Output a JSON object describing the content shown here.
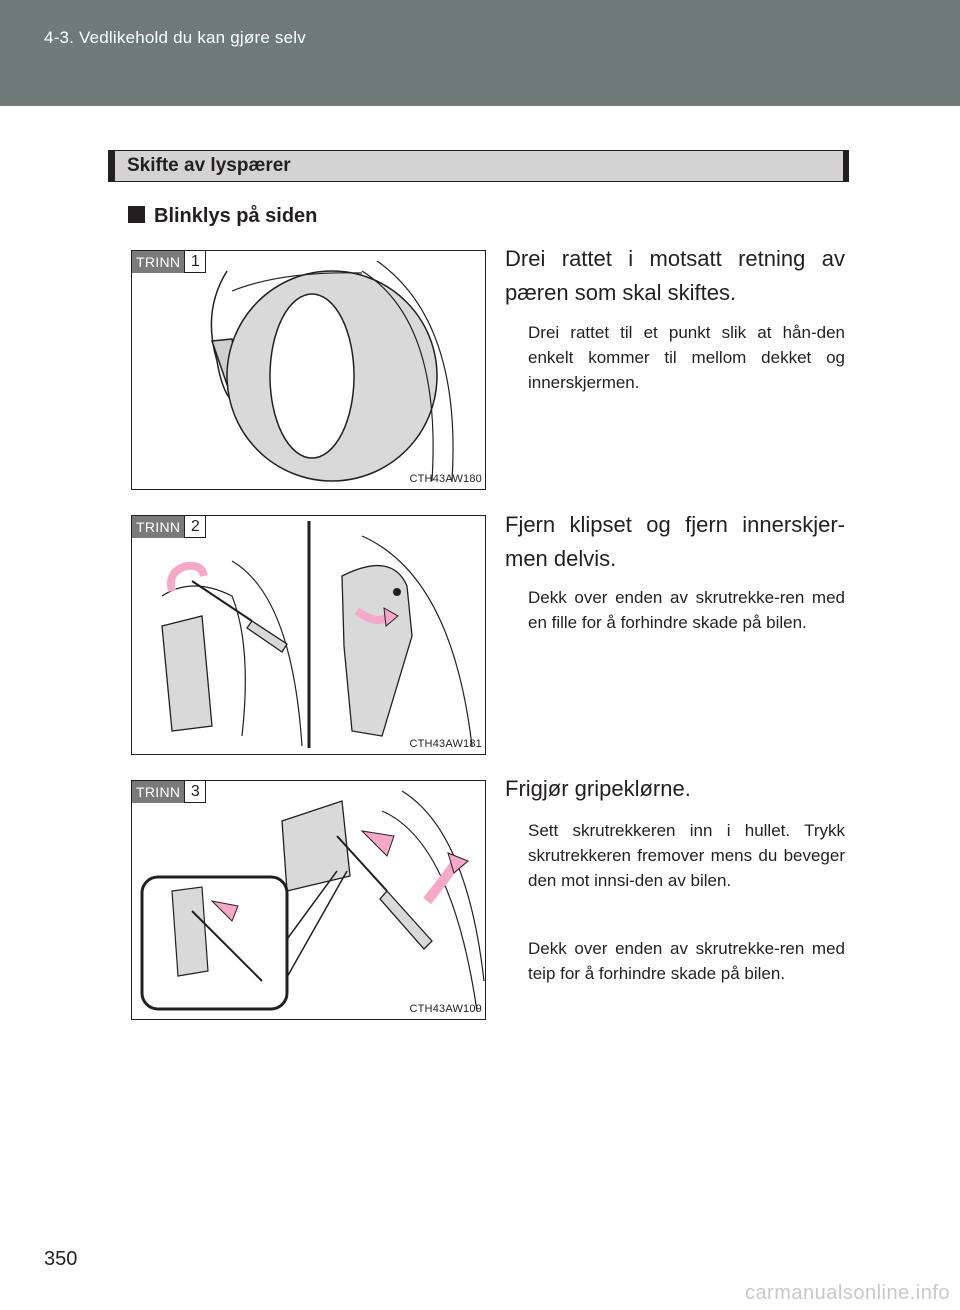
{
  "header": {
    "breadcrumb": "4-3. Vedlikehold du kan gjøre selv"
  },
  "section": {
    "title": "Skifte av lyspærer"
  },
  "subheading": "Blinklys på siden",
  "steps": [
    {
      "badge_label": "TRINN",
      "badge_number": "1",
      "figure_code": "CTH43AW180",
      "title": "Drei rattet i motsatt retning av pæren som skal skiftes.",
      "notes": [
        "Drei rattet til et punkt slik at hån-den enkelt kommer til mellom dekket og innerskjermen."
      ]
    },
    {
      "badge_label": "TRINN",
      "badge_number": "2",
      "figure_code": "CTH43AW181",
      "title": "Fjern klipset og fjern innerskjer-men delvis.",
      "notes": [
        "Dekk over enden av skrutrekke-ren med en fille for å forhindre skade på bilen."
      ]
    },
    {
      "badge_label": "TRINN",
      "badge_number": "3",
      "figure_code": "CTH43AW109",
      "title": "Frigjør gripeklørne.",
      "notes": [
        "Sett skrutrekkeren inn i hullet. Trykk skrutrekkeren fremover mens du beveger den mot innsi-den av bilen.",
        "Dekk over enden av skrutrekke-ren med teip for å forhindre skade på bilen."
      ]
    }
  ],
  "page_number": "350",
  "watermark": "carmanualsonline.info",
  "colors": {
    "header_band": "#6e7b79",
    "arrow_pink": "#f5a9c8",
    "tire_gray": "#d9d9d9",
    "badge_gray": "#7a7a7a"
  }
}
